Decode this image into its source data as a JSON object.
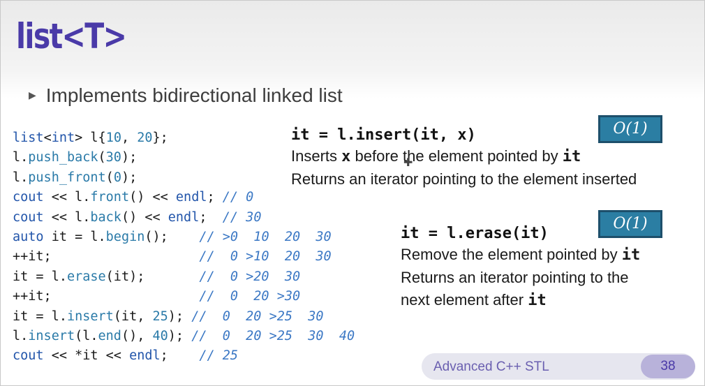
{
  "slide": {
    "title": "list<T>",
    "bullet": "Implements bidirectional linked list",
    "code_lines": [
      {
        "code": "list<int> l{10, 20};",
        "comment": ""
      },
      {
        "code": "l.push_back(30);",
        "comment": ""
      },
      {
        "code": "l.push_front(0);",
        "comment": ""
      },
      {
        "code": "cout << l.front() << endl; ",
        "comment": "// 0"
      },
      {
        "code": "cout << l.back() << endl;  ",
        "comment": "// 30"
      },
      {
        "code": "auto it = l.begin();    ",
        "comment": "// >0  10  20  30"
      },
      {
        "code": "++it;                   ",
        "comment": "//  0 >10  20  30"
      },
      {
        "code": "it = l.erase(it);       ",
        "comment": "//  0 >20  30"
      },
      {
        "code": "++it;                   ",
        "comment": "//  0  20 >30"
      },
      {
        "code": "it = l.insert(it, 25); ",
        "comment": "//  0  20 >25  30"
      },
      {
        "code": "l.insert(l.end(), 40); ",
        "comment": "//  0  20 >25  30  40"
      },
      {
        "code": "cout << *it << endl;    ",
        "comment": "// 25"
      }
    ],
    "insert_op": {
      "signature": "it = l.insert(it, x)",
      "complexity": "O(1)",
      "line1_pre": "Inserts ",
      "line1_var": "x",
      "line1_mid": " before the element pointed by ",
      "line1_var2": "it",
      "line2": "Returns an iterator pointing to the element inserted"
    },
    "erase_op": {
      "signature": "it = l.erase(it)",
      "complexity": "O(1)",
      "line1_pre": "Remove the element pointed by ",
      "line1_var": "it",
      "line2": "Returns an iterator pointing to the",
      "line3_pre": "next element after ",
      "line3_var": "it"
    },
    "footer": {
      "course": "Advanced C++ STL",
      "page": "38"
    }
  }
}
